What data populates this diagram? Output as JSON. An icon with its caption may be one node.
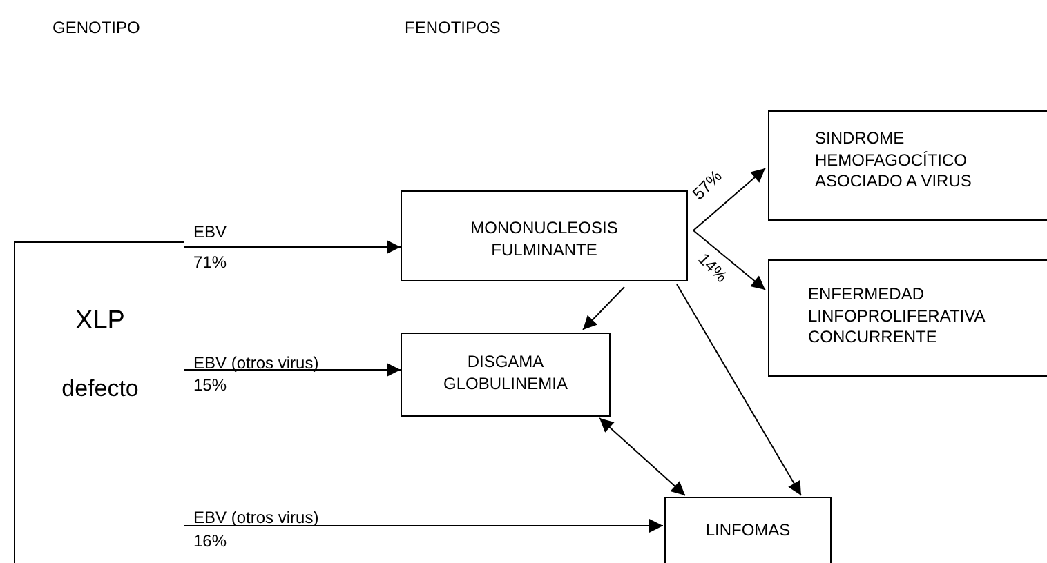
{
  "diagram": {
    "nodes": [
      {
        "text": [
          "XLP",
          "defecto"
        ]
      },
      {
        "text": [
          "MONONUCLEOSIS FULMINANTE"
        ]
      },
      {
        "text": [
          "SINDROME HEMOFAGOCÍTICO ASOCIADO A VIRUS"
        ]
      },
      {
        "text": [
          "ENFERMEDAD LINFOPROLIFERATIVA CONCURRENTE"
        ]
      },
      {
        "text": [
          "DISGAMA GLOBULINEMIA"
        ]
      },
      {
        "text": [
          "LINFOMAS"
        ]
      }
    ],
    "edges": [
      {
        "from": 0,
        "to": 1,
        "arrow": "to",
        "label": "EBV"
      },
      {
        "from": 1,
        "to": 2,
        "arrow": "to",
        "label": "57%"
      },
      {
        "from": 1,
        "to": 3,
        "arrow": "to",
        "label": "14%"
      },
      {
        "from": 0,
        "to": 4,
        "arrow": "to",
        "label": "EBV (otros virus)"
      },
      {
        "from": 1,
        "to": 4,
        "arrow": "to"
      },
      {
        "from": 1,
        "to": 5,
        "arrow": "to"
      },
      {
        "from": 4,
        "to": 5,
        "arrow": "both"
      },
      {
        "from": 0,
        "to": 5,
        "arrow": "to",
        "label": "EBV (otros virus)"
      }
    ],
    "labels": [
      "GENOTIPO",
      "FENOTIPOS",
      "71%",
      "15%",
      "16%"
    ]
  }
}
